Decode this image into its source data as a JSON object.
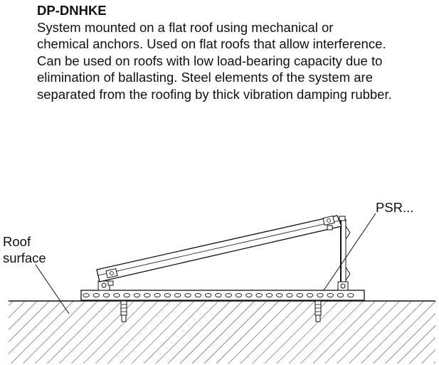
{
  "header": {
    "title": "DP-DNHKE",
    "description_lines": [
      "System mounted on a flat roof using mechanical or",
      "chemical anchors. Used on flat roofs that allow interference.",
      "Can be used on roofs with low load-bearing capacity due to",
      "elimination of ballasting. Steel elements of the system are",
      "separated from the roofing by thick vibration damping rubber."
    ]
  },
  "diagram": {
    "labels": {
      "roof_line1": "Roof",
      "roof_line2": "surface",
      "psr": "PSR..."
    }
  }
}
